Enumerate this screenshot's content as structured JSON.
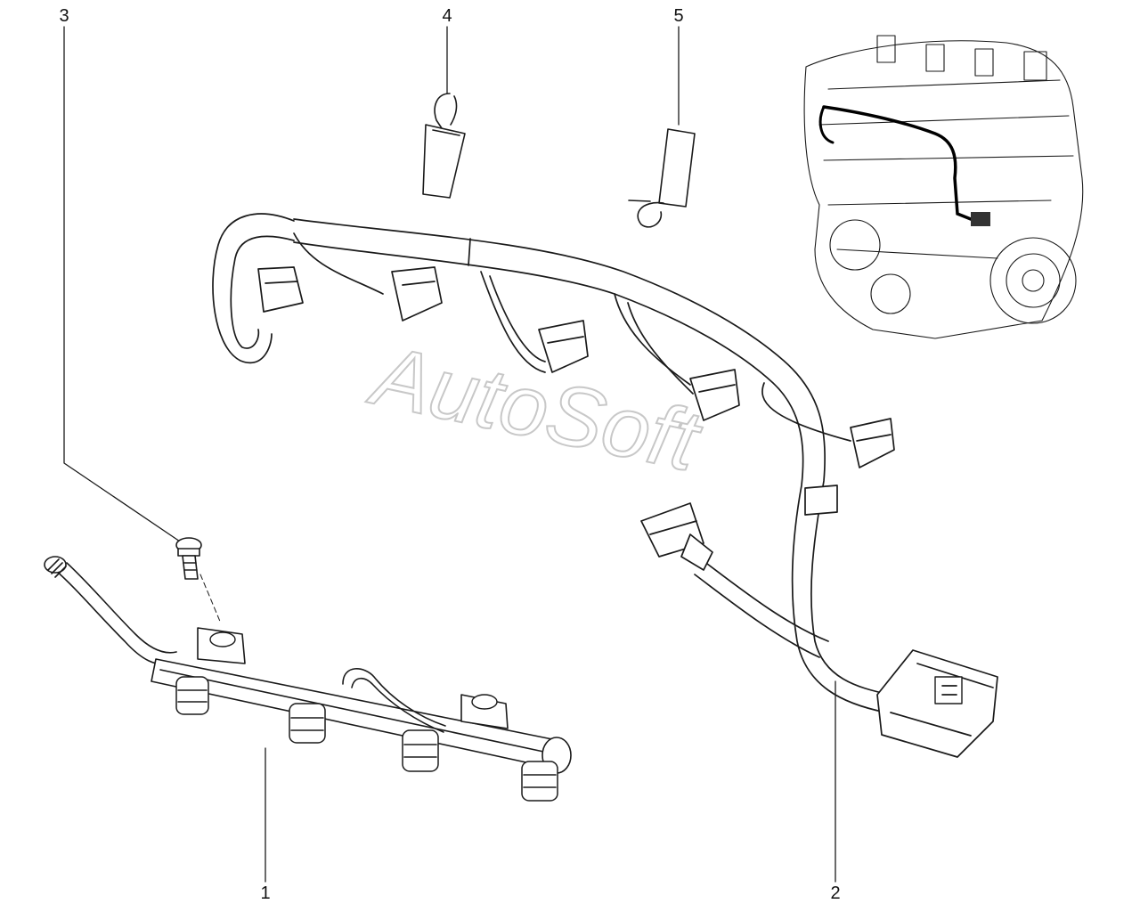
{
  "watermark": "AutoSoft",
  "callouts": [
    {
      "id": "1",
      "label": "1"
    },
    {
      "id": "2",
      "label": "2"
    },
    {
      "id": "3",
      "label": "3"
    },
    {
      "id": "4",
      "label": "4"
    },
    {
      "id": "5",
      "label": "5"
    }
  ],
  "colors": {
    "line": "#1a1a1a",
    "watermark_fill": "#ffffff",
    "watermark_stroke": "#c8c8c8",
    "background": "#ffffff"
  }
}
